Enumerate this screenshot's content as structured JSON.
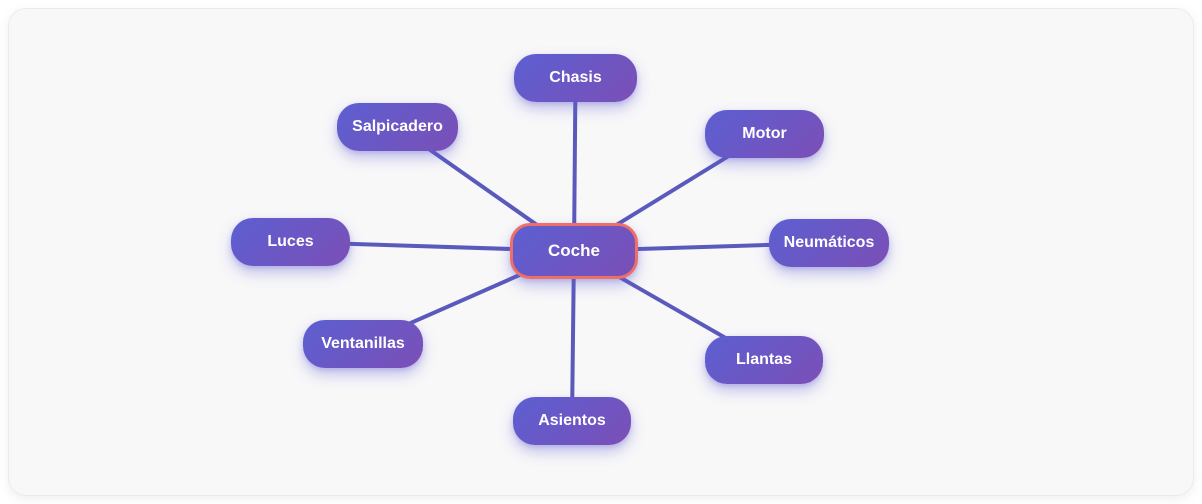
{
  "diagram": {
    "center": {
      "label": "Coche"
    },
    "nodes": [
      {
        "label": "Chasis"
      },
      {
        "label": "Salpicadero"
      },
      {
        "label": "Motor"
      },
      {
        "label": "Luces"
      },
      {
        "label": "Neumáticos"
      },
      {
        "label": "Ventanillas"
      },
      {
        "label": "Llantas"
      },
      {
        "label": "Asientos"
      }
    ],
    "colors": {
      "node_gradient_start": "#5c5fd2",
      "node_gradient_end": "#7b4fb6",
      "center_border": "#ed6f68",
      "connector": "#5a5abd",
      "canvas_bg": "#f8f8f9",
      "canvas_border": "#ebebee",
      "node_text": "#ffffff"
    }
  }
}
